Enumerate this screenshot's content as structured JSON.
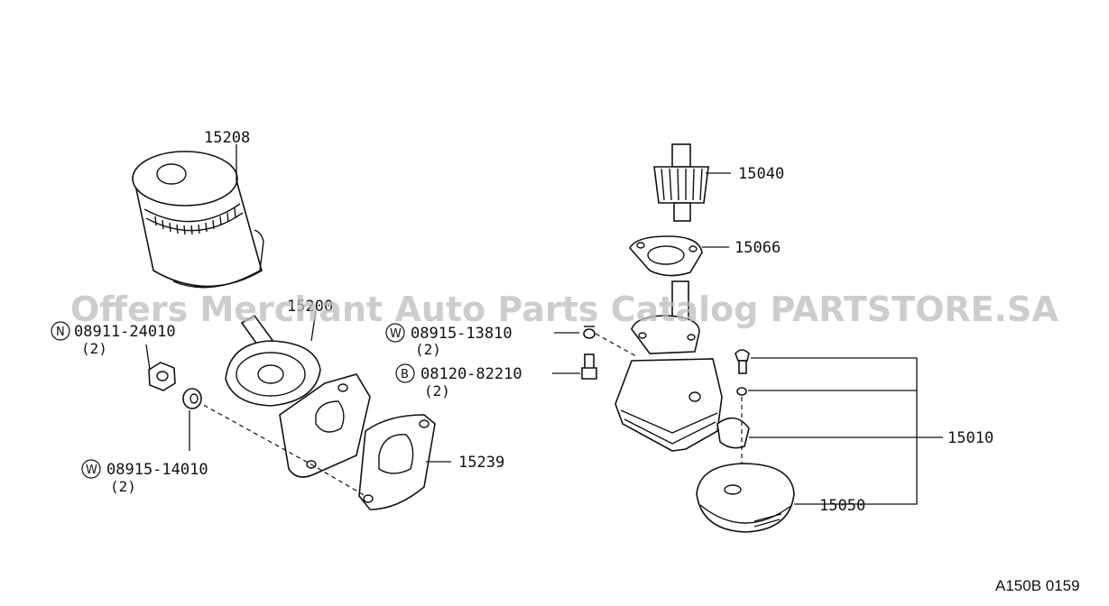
{
  "watermark": "Offers Merchant Auto Parts Catalog PARTSTORE.SA",
  "diagram_code": "A150B 0159",
  "parts": {
    "oil_filter": "15208",
    "filter_bracket": "15200",
    "bracket_gasket": "15239",
    "drive_gear": "15040",
    "pump_gasket": "15066",
    "oil_pump": "15010",
    "strainer": "15050"
  },
  "fasteners": {
    "nut": {
      "badge": "N",
      "number": "08911-24010",
      "qty": "(2)"
    },
    "washer_left": {
      "badge": "W",
      "number": "08915-14010",
      "qty": "(2)"
    },
    "washer_right": {
      "badge": "W",
      "number": "08915-13810",
      "qty": "(2)"
    },
    "bolt": {
      "badge": "B",
      "number": "08120-82210",
      "qty": "(2)"
    }
  }
}
